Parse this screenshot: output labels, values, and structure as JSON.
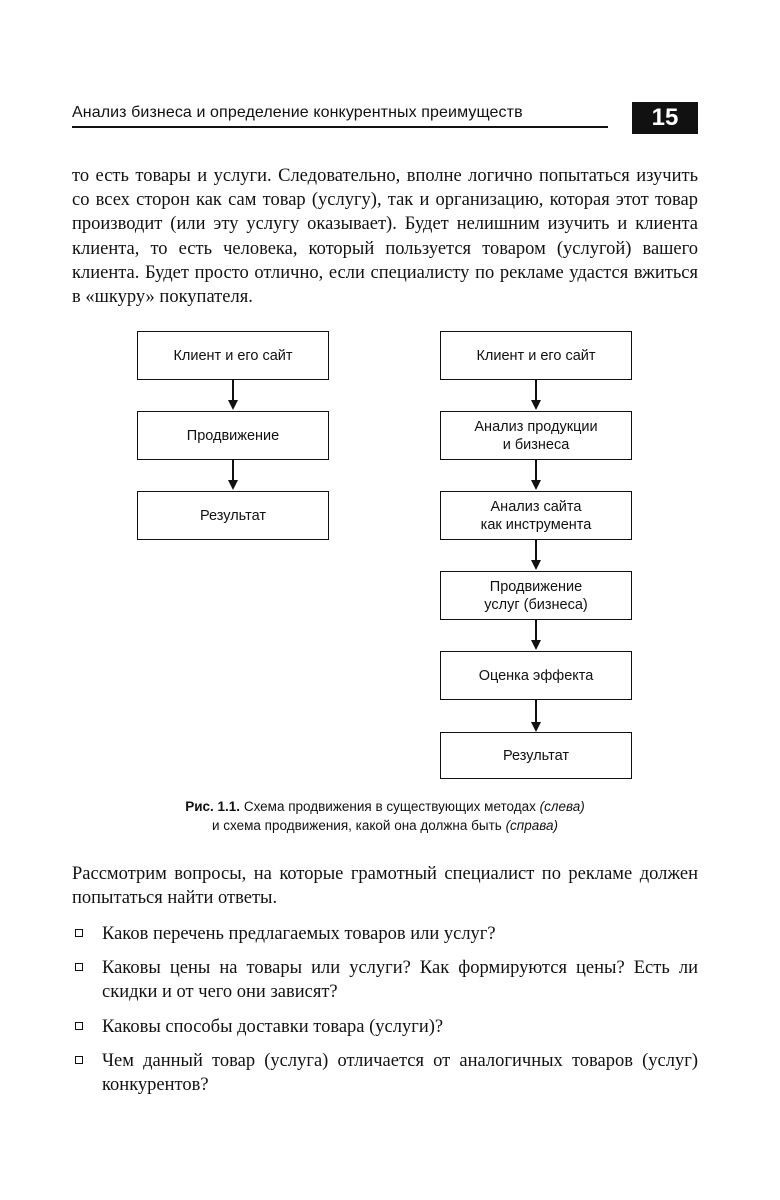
{
  "header": {
    "title": "Анализ бизнеса и определение конкурентных преимуществ",
    "page_number": "15"
  },
  "paragraph1": "то есть товары и услуги. Следовательно, вполне логично попытаться изучить со всех сторон как сам товар (услугу), так и организацию, которая этот товар производит (или эту услугу оказывает). Будет нелишним изучить и клиента клиента, то есть человека, который пользуется товаром (услугой) вашего клиента. Будет просто отлично, если специалисту по рекламе удастся вжиться в «шкуру» покупателя.",
  "diagram": {
    "left": [
      "Клиент и его сайт",
      "Продвижение",
      "Результат"
    ],
    "right": [
      "Клиент и его сайт",
      "Анализ продукции\nи бизнеса",
      "Анализ сайта\nкак инструмента",
      "Продвижение\nуслуг (бизнеса)",
      "Оценка эффекта",
      "Результат"
    ]
  },
  "caption": {
    "label": "Рис. 1.1.",
    "text1": "Схема продвижения в существующих методах",
    "italic1": "(слева)",
    "text2": "и схема продвижения, какой она должна быть",
    "italic2": "(справа)"
  },
  "paragraph2": "Рассмотрим вопросы, на которые грамотный специалист по рекламе должен попытаться найти ответы.",
  "list": [
    "Каков перечень предлагаемых товаров или услуг?",
    "Каковы цены на товары или услуги? Как формируются цены? Есть ли скидки и от чего они зависят?",
    "Каковы способы доставки товара (услуги)?",
    "Чем данный товар (услуга) отличается от аналогичных товаров (услуг) конкурентов?"
  ]
}
